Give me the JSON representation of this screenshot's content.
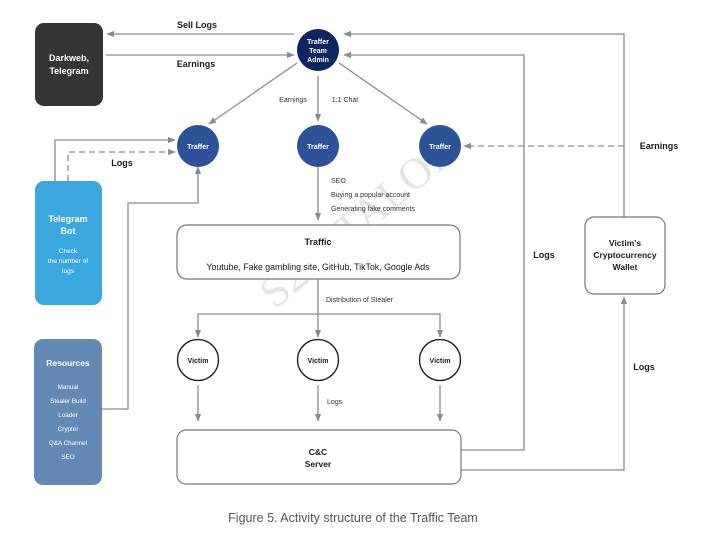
{
  "diagram": {
    "nodes": {
      "darkweb": {
        "line1": "Darkweb,",
        "line2": "Telegram"
      },
      "admin": {
        "line1": "Traffer",
        "line2": "Team",
        "line3": "Admin"
      },
      "traffer_left": {
        "label": "Traffer"
      },
      "traffer_center": {
        "label": "Traffer"
      },
      "traffer_right": {
        "label": "Traffer"
      },
      "telegram_bot": {
        "title1": "Telegram",
        "title2": "Bot",
        "desc1": "Check",
        "desc2": "the number of",
        "desc3": "logs"
      },
      "resources": {
        "title": "Resources",
        "items": [
          "Manual",
          "Stealer Build",
          "Loader",
          "Crypter",
          "Q&A Channel",
          "SEO"
        ]
      },
      "traffic": {
        "title": "Traffic",
        "sources": "Youtube, Fake gambling site, GitHub, TikTok, Google Ads"
      },
      "victim_left": {
        "label": "Victim"
      },
      "victim_center": {
        "label": "Victim"
      },
      "victim_right": {
        "label": "Victim"
      },
      "cnc": {
        "line1": "C&C",
        "line2": "Server"
      },
      "wallet": {
        "line1": "Victim’s",
        "line2": "Cryptocurrency",
        "line3": "Wallet"
      }
    },
    "edge_labels": {
      "sell_logs": "Sell Logs",
      "earnings_top": "Earnings",
      "earnings_admin": "Earnings",
      "one_to_one_chat": "1:1 Chat",
      "logs_bot": "Logs",
      "earnings_right": "Earnings",
      "seo_methods": [
        "SEO",
        "Buying a popular account",
        "Generating fake comments"
      ],
      "distribution": "Distribution of Stealer",
      "logs_victim": "Logs",
      "logs_cnc_admin": "Logs",
      "logs_wallet": "Logs"
    },
    "watermark": "S2W TALON",
    "colors": {
      "darkweb_fill": "#353535",
      "admin_fill": "#0f2563",
      "traffer_fill": "#2e5299",
      "telegram_fill": "#3aa8df",
      "resources_fill": "#6389b5",
      "edge_color": "#8c8c8c"
    }
  },
  "caption": "Figure 5. Activity structure of the Traffic Team"
}
